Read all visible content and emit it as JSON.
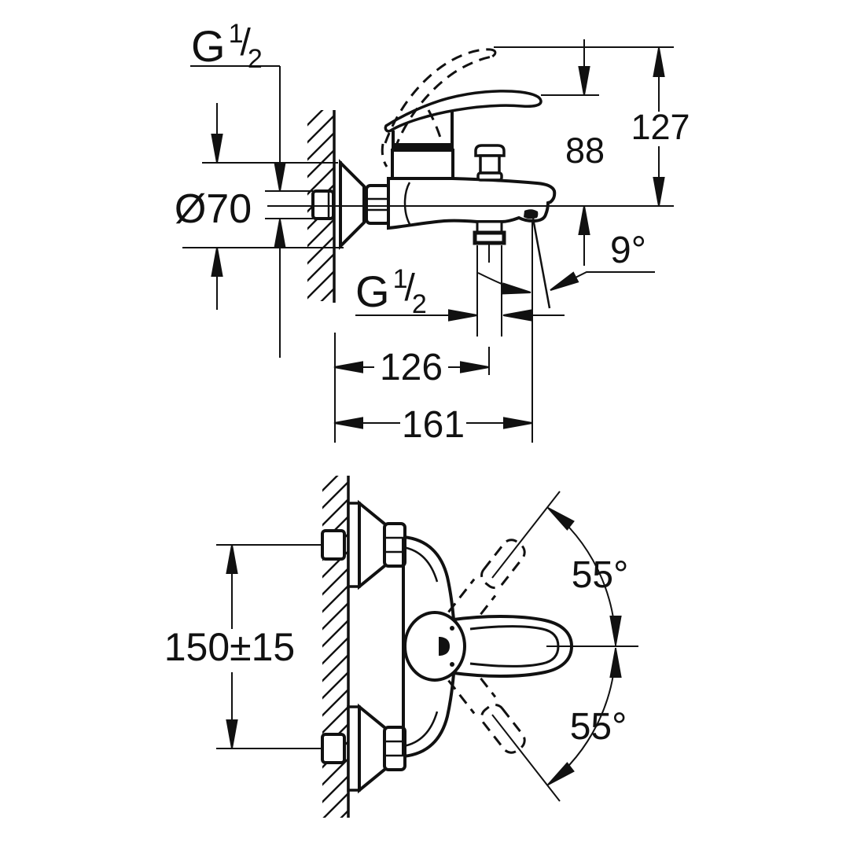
{
  "colors": {
    "ink": "#111111",
    "background": "#ffffff"
  },
  "views": {
    "side": {
      "thread_wall": {
        "prefix": "G",
        "num": "1",
        "slash": "/",
        "den": "2"
      },
      "escutcheon_dia": "Ø70",
      "lever_height": "88",
      "raised_lever_height": "127",
      "spray_angle": "9°",
      "thread_shower": {
        "prefix": "G",
        "num": "1",
        "slash": "/",
        "den": "2"
      },
      "depth_to_shower_outlet": "126",
      "depth_to_spout": "161"
    },
    "plan": {
      "connection_spacing": "150±15",
      "swivel_upper": "55°",
      "swivel_lower": "55°"
    }
  }
}
